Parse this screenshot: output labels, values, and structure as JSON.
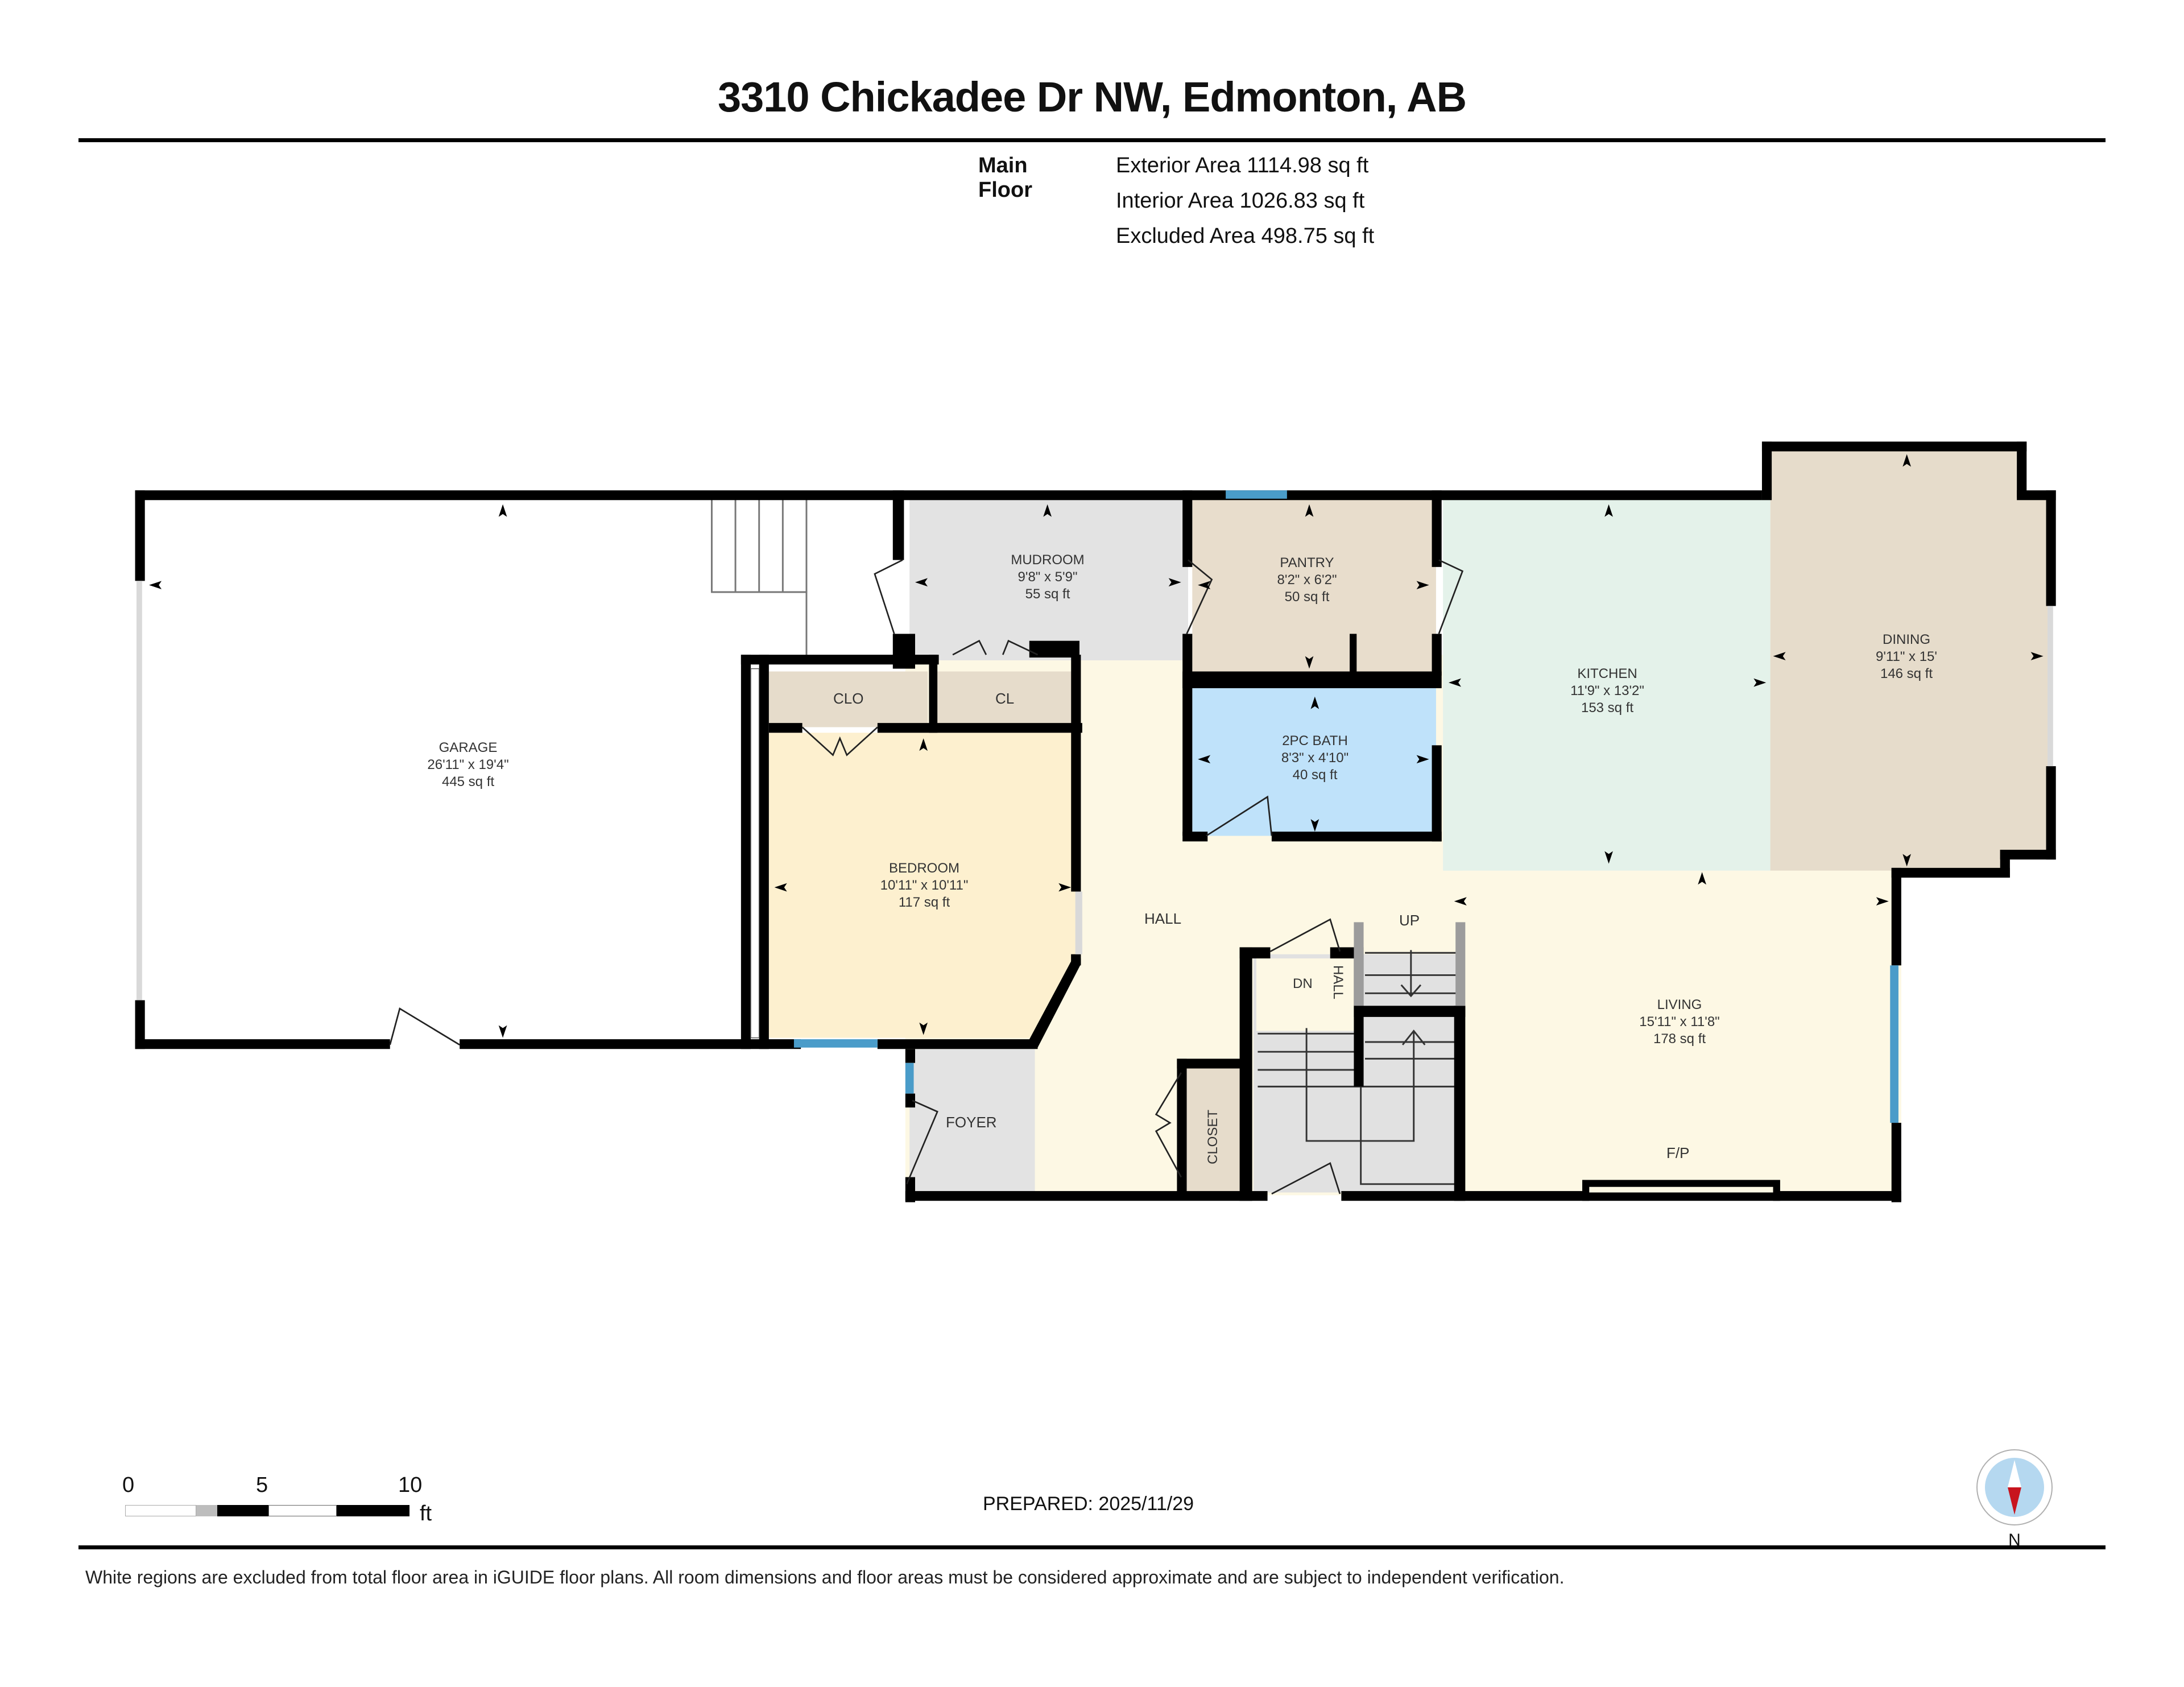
{
  "header": {
    "title": "3310 Chickadee Dr NW, Edmonton, AB"
  },
  "areas": {
    "floor_label": "Main Floor",
    "exterior": "Exterior Area 1114.98 sq ft",
    "interior": "Interior Area 1026.83 sq ft",
    "excluded": "Excluded Area 498.75 sq ft"
  },
  "rooms": {
    "garage": {
      "name": "GARAGE",
      "dims": "26'11\" x 19'4\"",
      "area": "445 sq ft",
      "color": "#ffffff"
    },
    "mudroom": {
      "name": "MUDROOM",
      "dims": "9'8\" x 5'9\"",
      "area": "55 sq ft",
      "color": "#e3e3e3"
    },
    "pantry": {
      "name": "PANTRY",
      "dims": "8'2\" x 6'2\"",
      "area": "50 sq ft",
      "color": "#e8ddcc"
    },
    "kitchen": {
      "name": "KITCHEN",
      "dims": "11'9\" x 13'2\"",
      "area": "153 sq ft",
      "color": "#e4f2ea"
    },
    "dining": {
      "name": "DINING",
      "dims": "9'11\" x 15'",
      "area": "146 sq ft",
      "color": "#e6dccb"
    },
    "bath": {
      "name": "2PC BATH",
      "dims": "8'3\" x 4'10\"",
      "area": "40 sq ft",
      "color": "#bfe2fa"
    },
    "bedroom": {
      "name": "BEDROOM",
      "dims": "10'11\" x 10'11\"",
      "area": "117 sq ft",
      "color": "#fdf0cf"
    },
    "living": {
      "name": "LIVING",
      "dims": "15'11\" x 11'8\"",
      "area": "178 sq ft",
      "color": "#fdf8e4"
    },
    "hall_color": "#fdf8e4",
    "closet_color": "#e6dccb",
    "stair_color": "#e1e1e1",
    "foyer_color": "#e3e3e3",
    "labels": {
      "clo": "CLO",
      "cl": "CL",
      "hall": "HALL",
      "hall_small": "HALL",
      "foyer": "FOYER",
      "closet": "CLOSET",
      "up": "UP",
      "dn": "DN",
      "fireplace": "F/P"
    }
  },
  "colors": {
    "wall": "#000000",
    "window": "#4a9cc9",
    "compass_red": "#c8141e",
    "compass_blue": "#b5d8f0"
  },
  "scale_bar": {
    "ticks": [
      "0",
      "5",
      "10"
    ],
    "unit": "ft"
  },
  "footer": {
    "prepared": "PREPARED: 2025/11/29",
    "disclaimer": "White regions are excluded from total floor area in iGUIDE floor plans. All room dimensions and floor areas must be considered approximate and are subject to independent verification.",
    "compass_label": "N"
  }
}
